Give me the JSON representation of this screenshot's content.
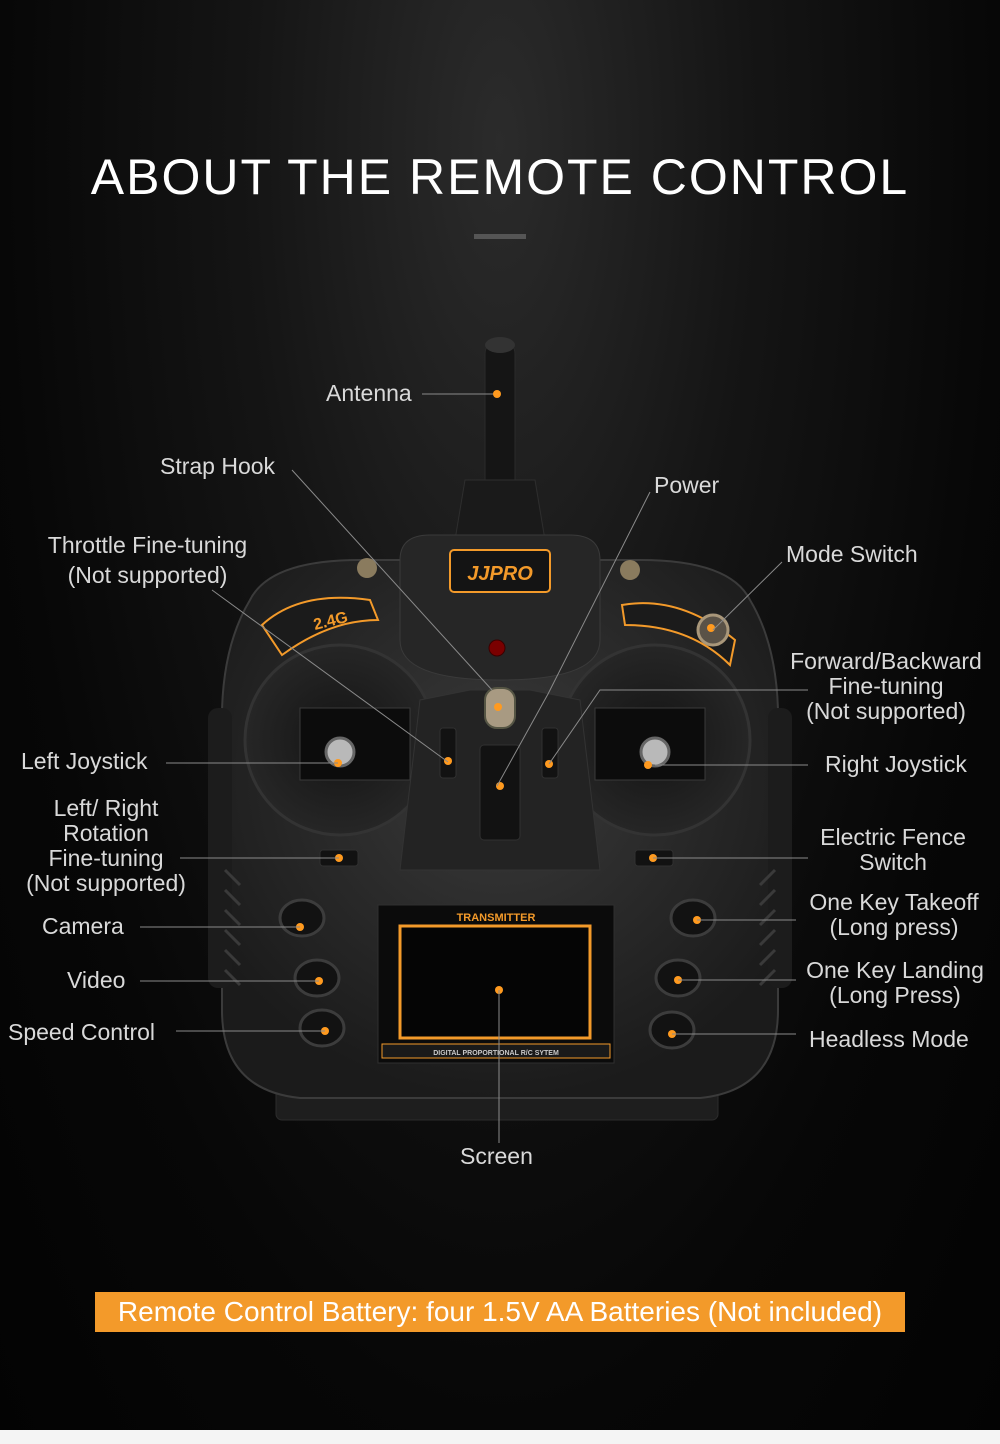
{
  "title": "ABOUT THE REMOTE CONTROL",
  "device": {
    "brand_logo": "JJPRO",
    "frequency_badge": "2.4G",
    "screen_header": "TRANSMITTER",
    "screen_footer": "DIGITAL PROPORTIONAL R/C SYTEM"
  },
  "labels": {
    "antenna": "Antenna",
    "strap_hook": "Strap Hook",
    "power": "Power",
    "throttle_line1": "Throttle Fine-tuning",
    "throttle_line2": "(Not supported)",
    "mode_switch": "Mode Switch",
    "fwd_line1": "Forward/Backward",
    "fwd_line2": "Fine-tuning",
    "fwd_line3": "(Not supported)",
    "left_joystick": "Left Joystick",
    "right_joystick": "Right Joystick",
    "rot_line1": "Left/ Right",
    "rot_line2": "Rotation",
    "rot_line3": "Fine-tuning",
    "rot_line4": "(Not supported)",
    "fence_line1": "Electric Fence",
    "fence_line2": "Switch",
    "camera": "Camera",
    "takeoff_line1": "One Key Takeoff",
    "takeoff_line2": "(Long press)",
    "video": "Video",
    "landing_line1": "One Key Landing",
    "landing_line2": "(Long Press)",
    "speed_control": "Speed Control",
    "headless_mode": "Headless Mode",
    "screen": "Screen"
  },
  "battery_note": "Remote Control Battery: four 1.5V AA Batteries (Not included)",
  "colors": {
    "accent": "#f39a2a",
    "dot": "#ff9a1f",
    "body": "#2a2a2a"
  }
}
